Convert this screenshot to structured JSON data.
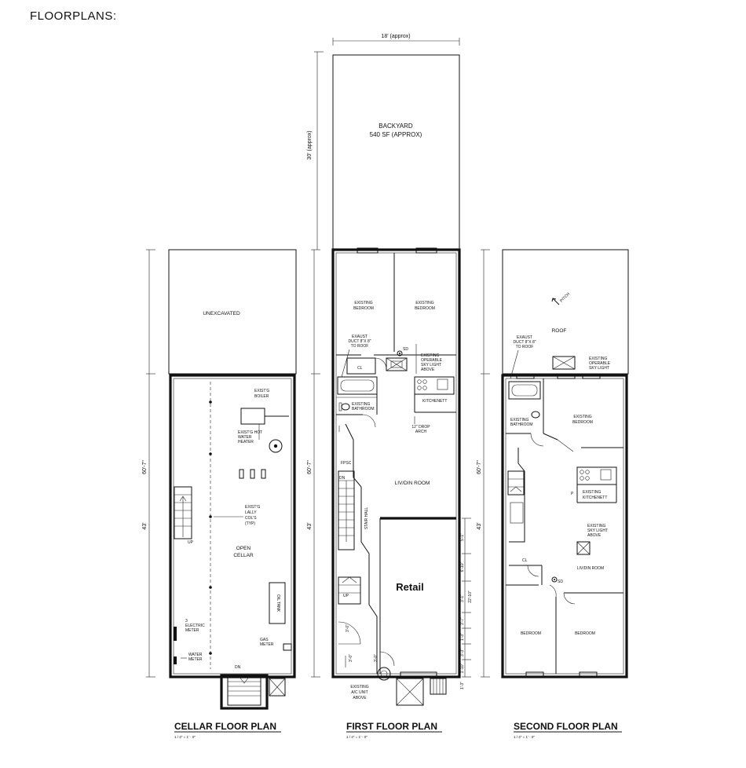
{
  "header": {
    "title": "FLOORPLANS:"
  },
  "top": {
    "width_dim": "18' (approx)",
    "depth_dim": "30' (approx)",
    "backyard": [
      "BACKYARD",
      "540 SF (APPROX)"
    ]
  },
  "cellar": {
    "title": "CELLAR FLOOR PLAN",
    "scale": "1 / 4\" = 1' - 0\"",
    "dim_total": "60'-7\"",
    "dim_building": "43'",
    "labels": {
      "unexcavated": "UNEXCAVATED",
      "boiler": [
        "EXIST'G",
        "BOILER"
      ],
      "water_heater": [
        "EXIST'G HOT",
        "WATER",
        "HEATER"
      ],
      "lally": [
        "EXIST'G",
        "LALLY",
        "COL'S",
        "(TYP)"
      ],
      "open_cellar": [
        "OPEN",
        "CELLAR"
      ],
      "oil_tank": "OIL TANK",
      "electric_meter": [
        "3",
        "ELECTRIC",
        "METER"
      ],
      "gas_meter": [
        "GAS",
        "METER"
      ],
      "water_meter": [
        "WATER",
        "METER"
      ],
      "up": "UP",
      "dn": "DN"
    }
  },
  "first": {
    "title": "FIRST FLOOR PLAN",
    "scale": "1 / 4\" = 1' - 0\"",
    "dim_total": "60'-7\"",
    "dim_building": "43'",
    "labels": {
      "bedroom1": [
        "EXISTING",
        "BEDROOM"
      ],
      "bedroom2": [
        "EXISTING",
        "BEDROOM"
      ],
      "exhaust": [
        "EXAUST",
        "DUCT 8\"X 8\"",
        "TO ROOF"
      ],
      "sd": "SD",
      "cl": "CL",
      "skylight": [
        "EXISTING",
        "OPERABLE",
        "SKY LIGHT",
        "ABOVE"
      ],
      "bathroom": [
        "EXISTING",
        "BATHROOM"
      ],
      "kitchenette": "KITCHENETT",
      "drop_arch": [
        "12\" DROP",
        "ARCH"
      ],
      "fpsc": "FPSC",
      "dn": "DN",
      "liv_din": "LIV/DIN ROOM",
      "stair_hall": "STAIR HALL",
      "retail": "Retail",
      "up": "UP",
      "door_dim": "3'-0\"",
      "door_dim2": "3'-0\"",
      "door_dim3": "3'-0\"",
      "ac_unit": [
        "EXISTING",
        "A/C UNIT",
        "ABOVE"
      ]
    },
    "right_dims": [
      "5'-1\"",
      "6'-10\"",
      "22'-10\"",
      "3'-1\"",
      "3'-7\"",
      "1'-3\"",
      "3'-3\"",
      "1'-10\"",
      "1'-3\""
    ]
  },
  "second": {
    "title": "SECOND FLOOR PLAN",
    "scale": "1 / 4\" = 1' - 0\"",
    "dim_total": "60'-7\"",
    "dim_building": "43'",
    "labels": {
      "roof": "ROOF",
      "pitch": "PITCH",
      "exhaust": [
        "EXAUST",
        "DUCT 8\"X 8\"",
        "TO ROOF"
      ],
      "skylight_roof": [
        "EXISTING",
        "OPERABLE",
        "SKY LIGHT"
      ],
      "bathroom": [
        "EXISTING",
        "BATHROOM"
      ],
      "bedroom_top": [
        "EXISTING",
        "BEDROOM"
      ],
      "p": "P",
      "kitchenette": [
        "EXISTING",
        "KITCHENETT"
      ],
      "skylight": [
        "EXISTING",
        "SKY LIGHT",
        "ABOVE"
      ],
      "cl": "CL",
      "sd": "SD",
      "liv_din": "LIV/DIN ROOM",
      "bedroom_l": "BEDROOM",
      "bedroom_r": "BEDROOM"
    }
  }
}
